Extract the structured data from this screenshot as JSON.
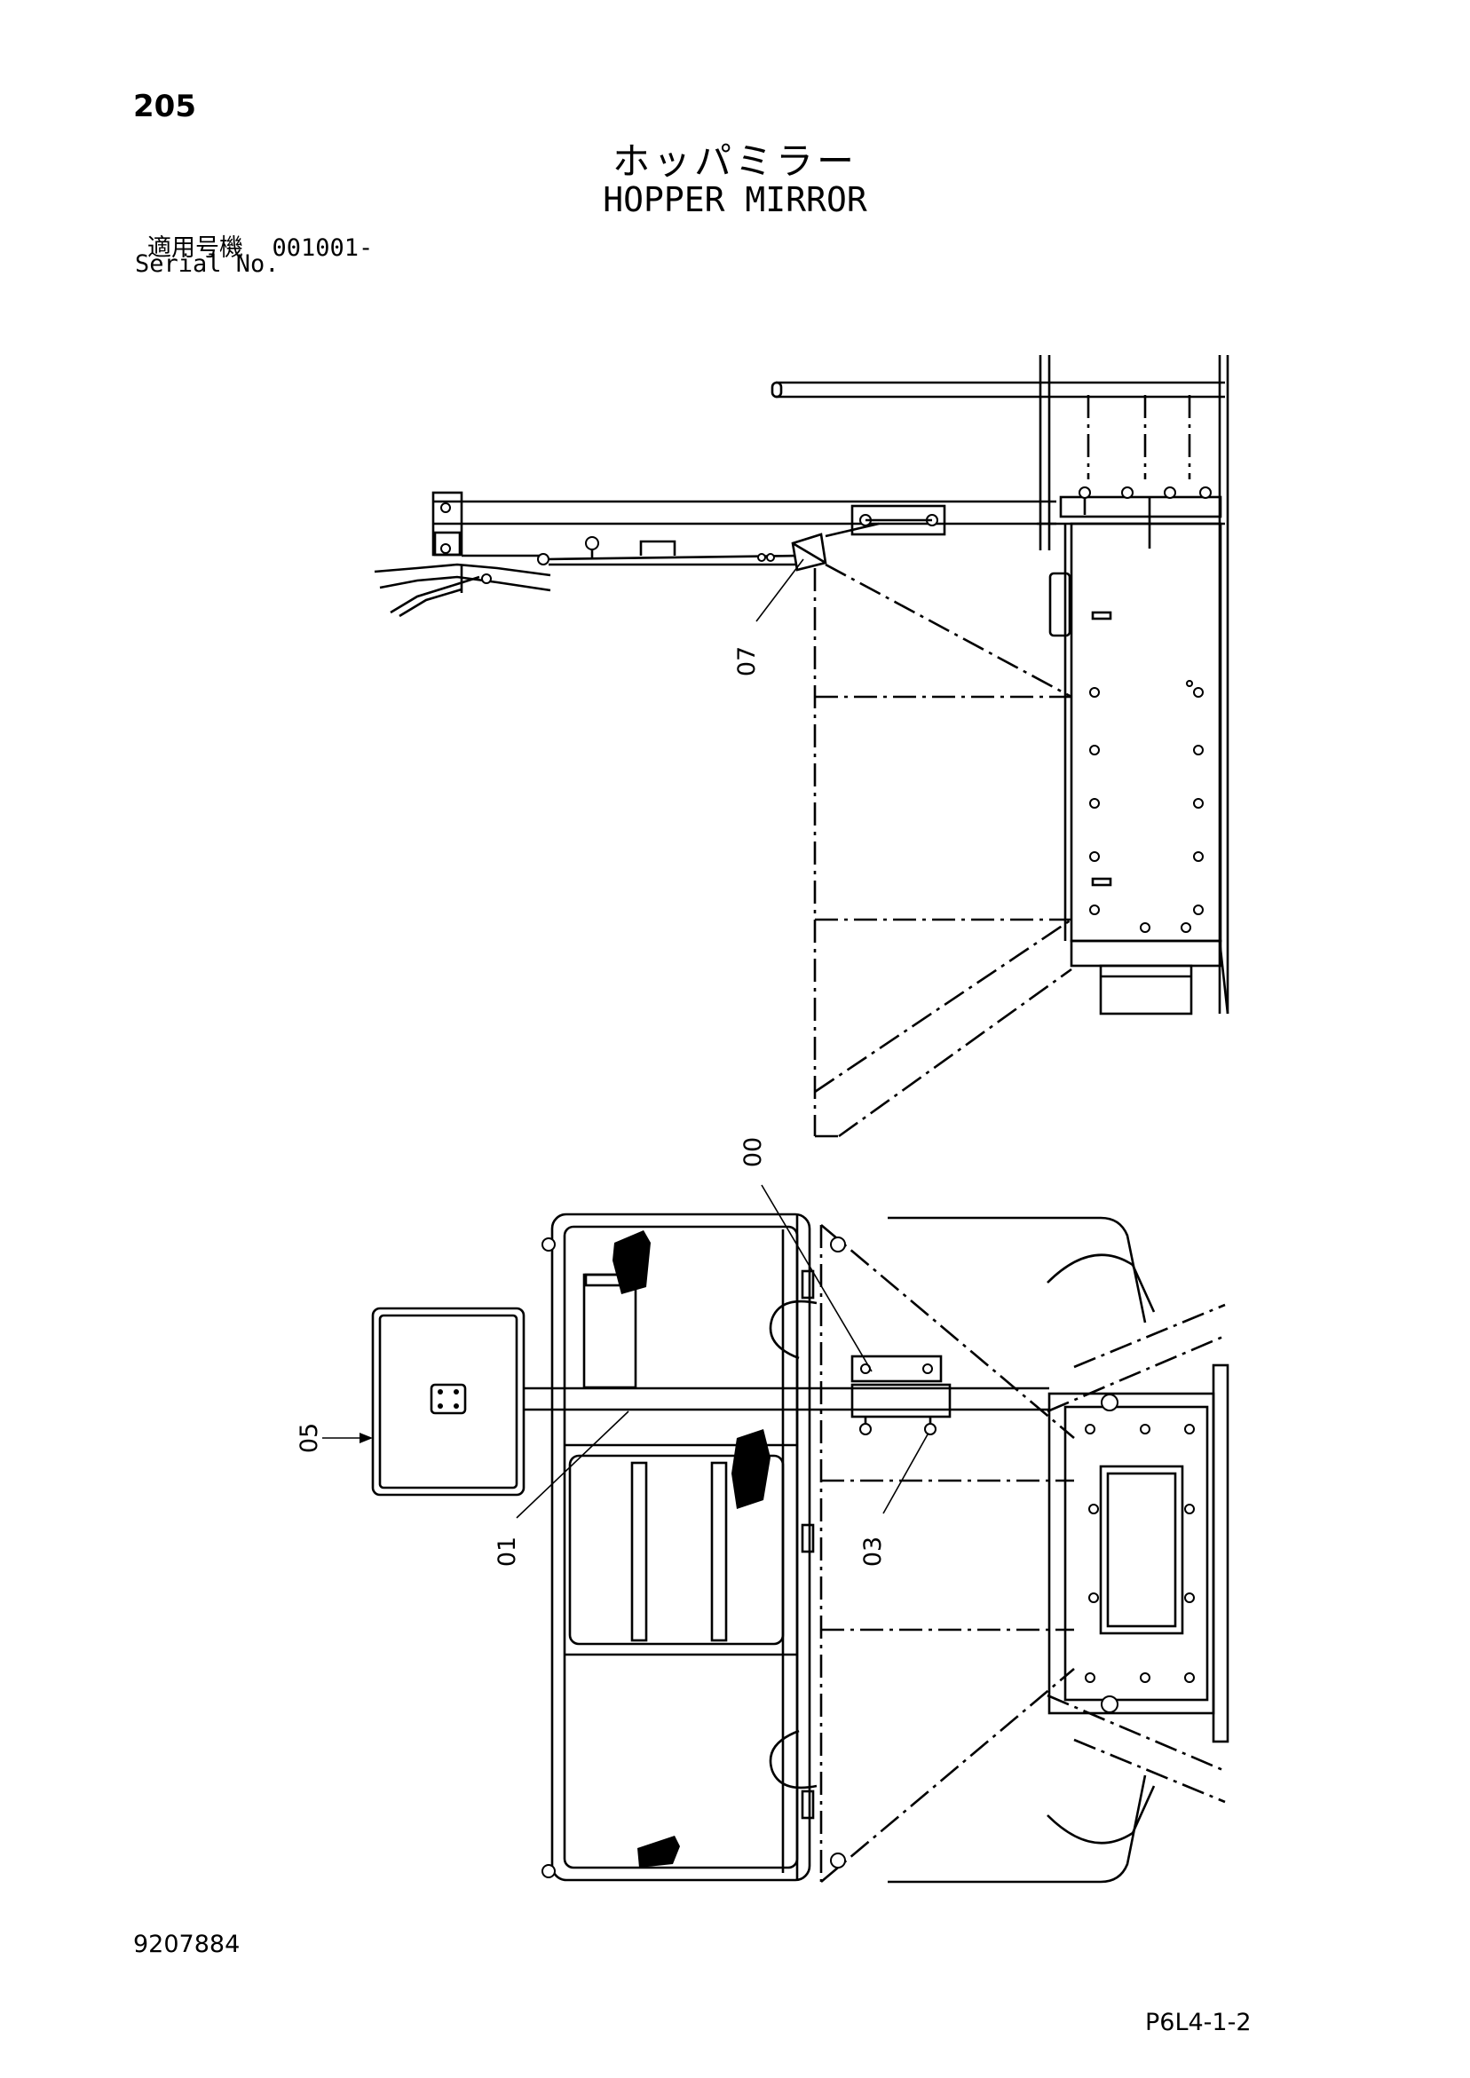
{
  "page_number": "205",
  "title_jp": "ホッパミラー",
  "title_en": "HOPPER MIRROR",
  "serial_label_jp": "適用号機",
  "serial_value": "001001-",
  "serial_label_en": "Serial No.",
  "doc_number": "9207884",
  "page_code": "P6L4-1-2",
  "callouts": {
    "c07": "07",
    "c00": "00",
    "c05": "05",
    "c01": "01",
    "c03": "03"
  }
}
